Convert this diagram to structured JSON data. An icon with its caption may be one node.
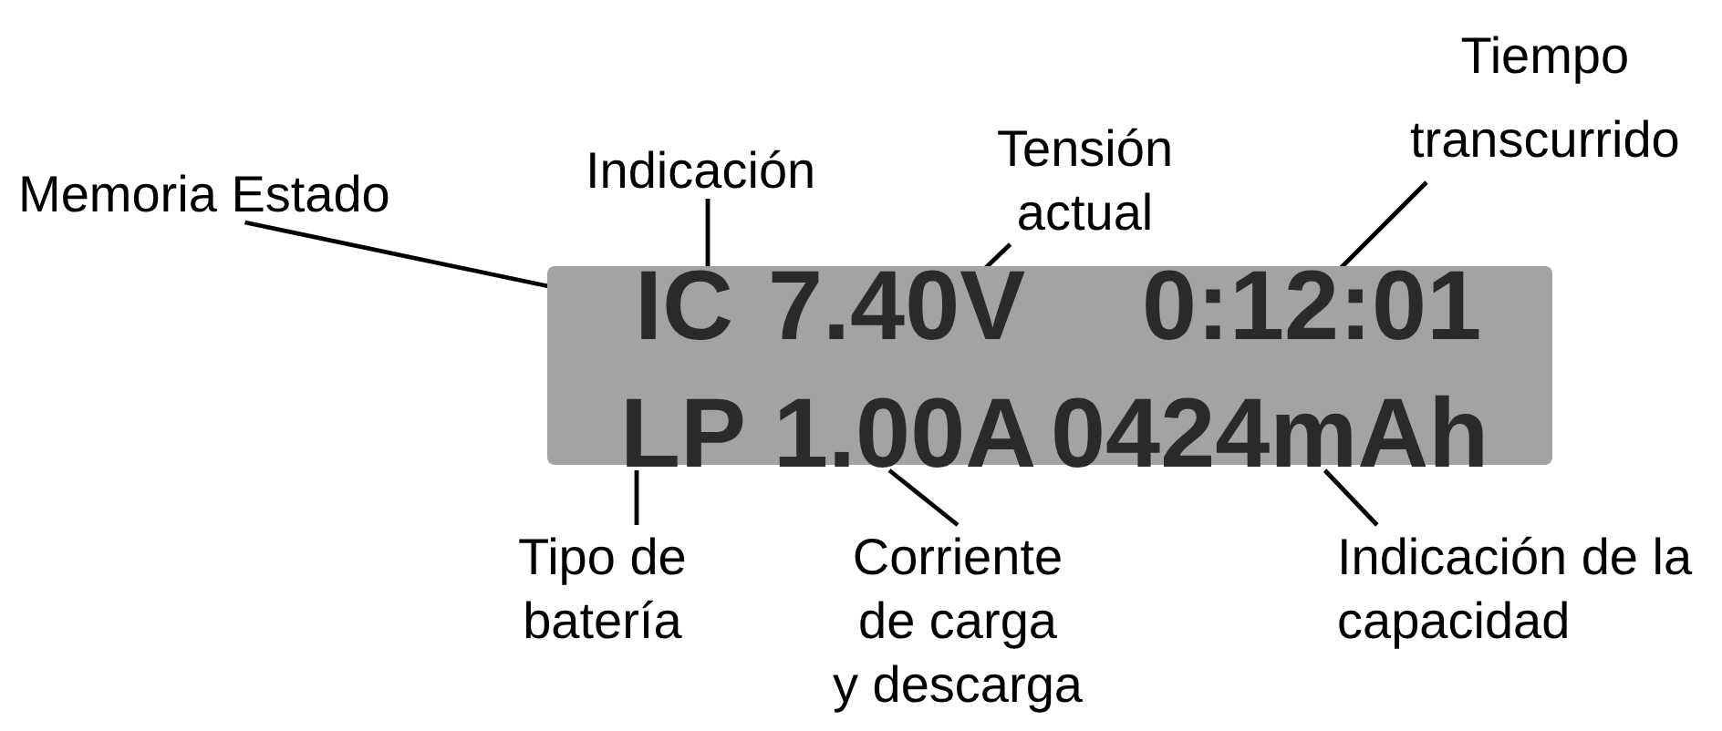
{
  "diagram": {
    "nodes": [
      {
        "text": [
          "Memoria Estado"
        ]
      },
      {
        "text": [
          "Indicación"
        ]
      },
      {
        "text": [
          "Tensión actual"
        ]
      },
      {
        "text": [
          "Tiempo transcurrido"
        ]
      },
      {
        "text": [],
        "shape": "box"
      },
      {
        "text": [
          "IC"
        ],
        "in": 4
      },
      {
        "text": [
          "7.40V"
        ],
        "in": 4
      },
      {
        "text": [
          "0:12:01"
        ],
        "in": 4
      },
      {
        "text": [
          "LP"
        ],
        "in": 4
      },
      {
        "text": [
          "1.00A"
        ],
        "in": 4
      },
      {
        "text": [
          "0424mAh"
        ],
        "in": 4
      },
      {
        "text": [
          "Tipo de batería"
        ]
      },
      {
        "text": [
          "Corriente de carga y descarga"
        ]
      },
      {
        "text": [
          "Indicación de la capacidad"
        ]
      }
    ],
    "edges": [
      {
        "from": 0,
        "to": 5,
        "arrow": "none"
      },
      {
        "from": 1,
        "to": 5,
        "arrow": "none"
      },
      {
        "from": 2,
        "to": 6,
        "arrow": "none"
      },
      {
        "from": 3,
        "to": 7,
        "arrow": "none"
      },
      {
        "from": 11,
        "to": 8,
        "arrow": "none"
      },
      {
        "from": 12,
        "to": 9,
        "arrow": "none"
      },
      {
        "from": 13,
        "to": 10,
        "arrow": "none"
      }
    ]
  }
}
